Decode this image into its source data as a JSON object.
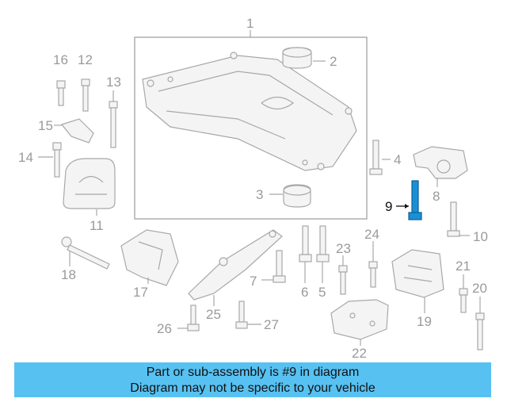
{
  "callouts": [
    "1",
    "2",
    "3",
    "4",
    "5",
    "6",
    "7",
    "8",
    "9",
    "10",
    "11",
    "12",
    "13",
    "14",
    "15",
    "16",
    "17",
    "18",
    "19",
    "20",
    "21",
    "22",
    "23",
    "24",
    "25",
    "26",
    "27"
  ],
  "highlighted": "9",
  "colors": {
    "banner": "#57c1f2",
    "highlight": "#1a8fd6",
    "part_stroke": "#a8a8a8",
    "label": "#9a9a9a"
  },
  "banner": {
    "line1": "Part or sub-assembly is #9 in diagram",
    "line2": "Diagram may not be specific to your vehicle"
  }
}
